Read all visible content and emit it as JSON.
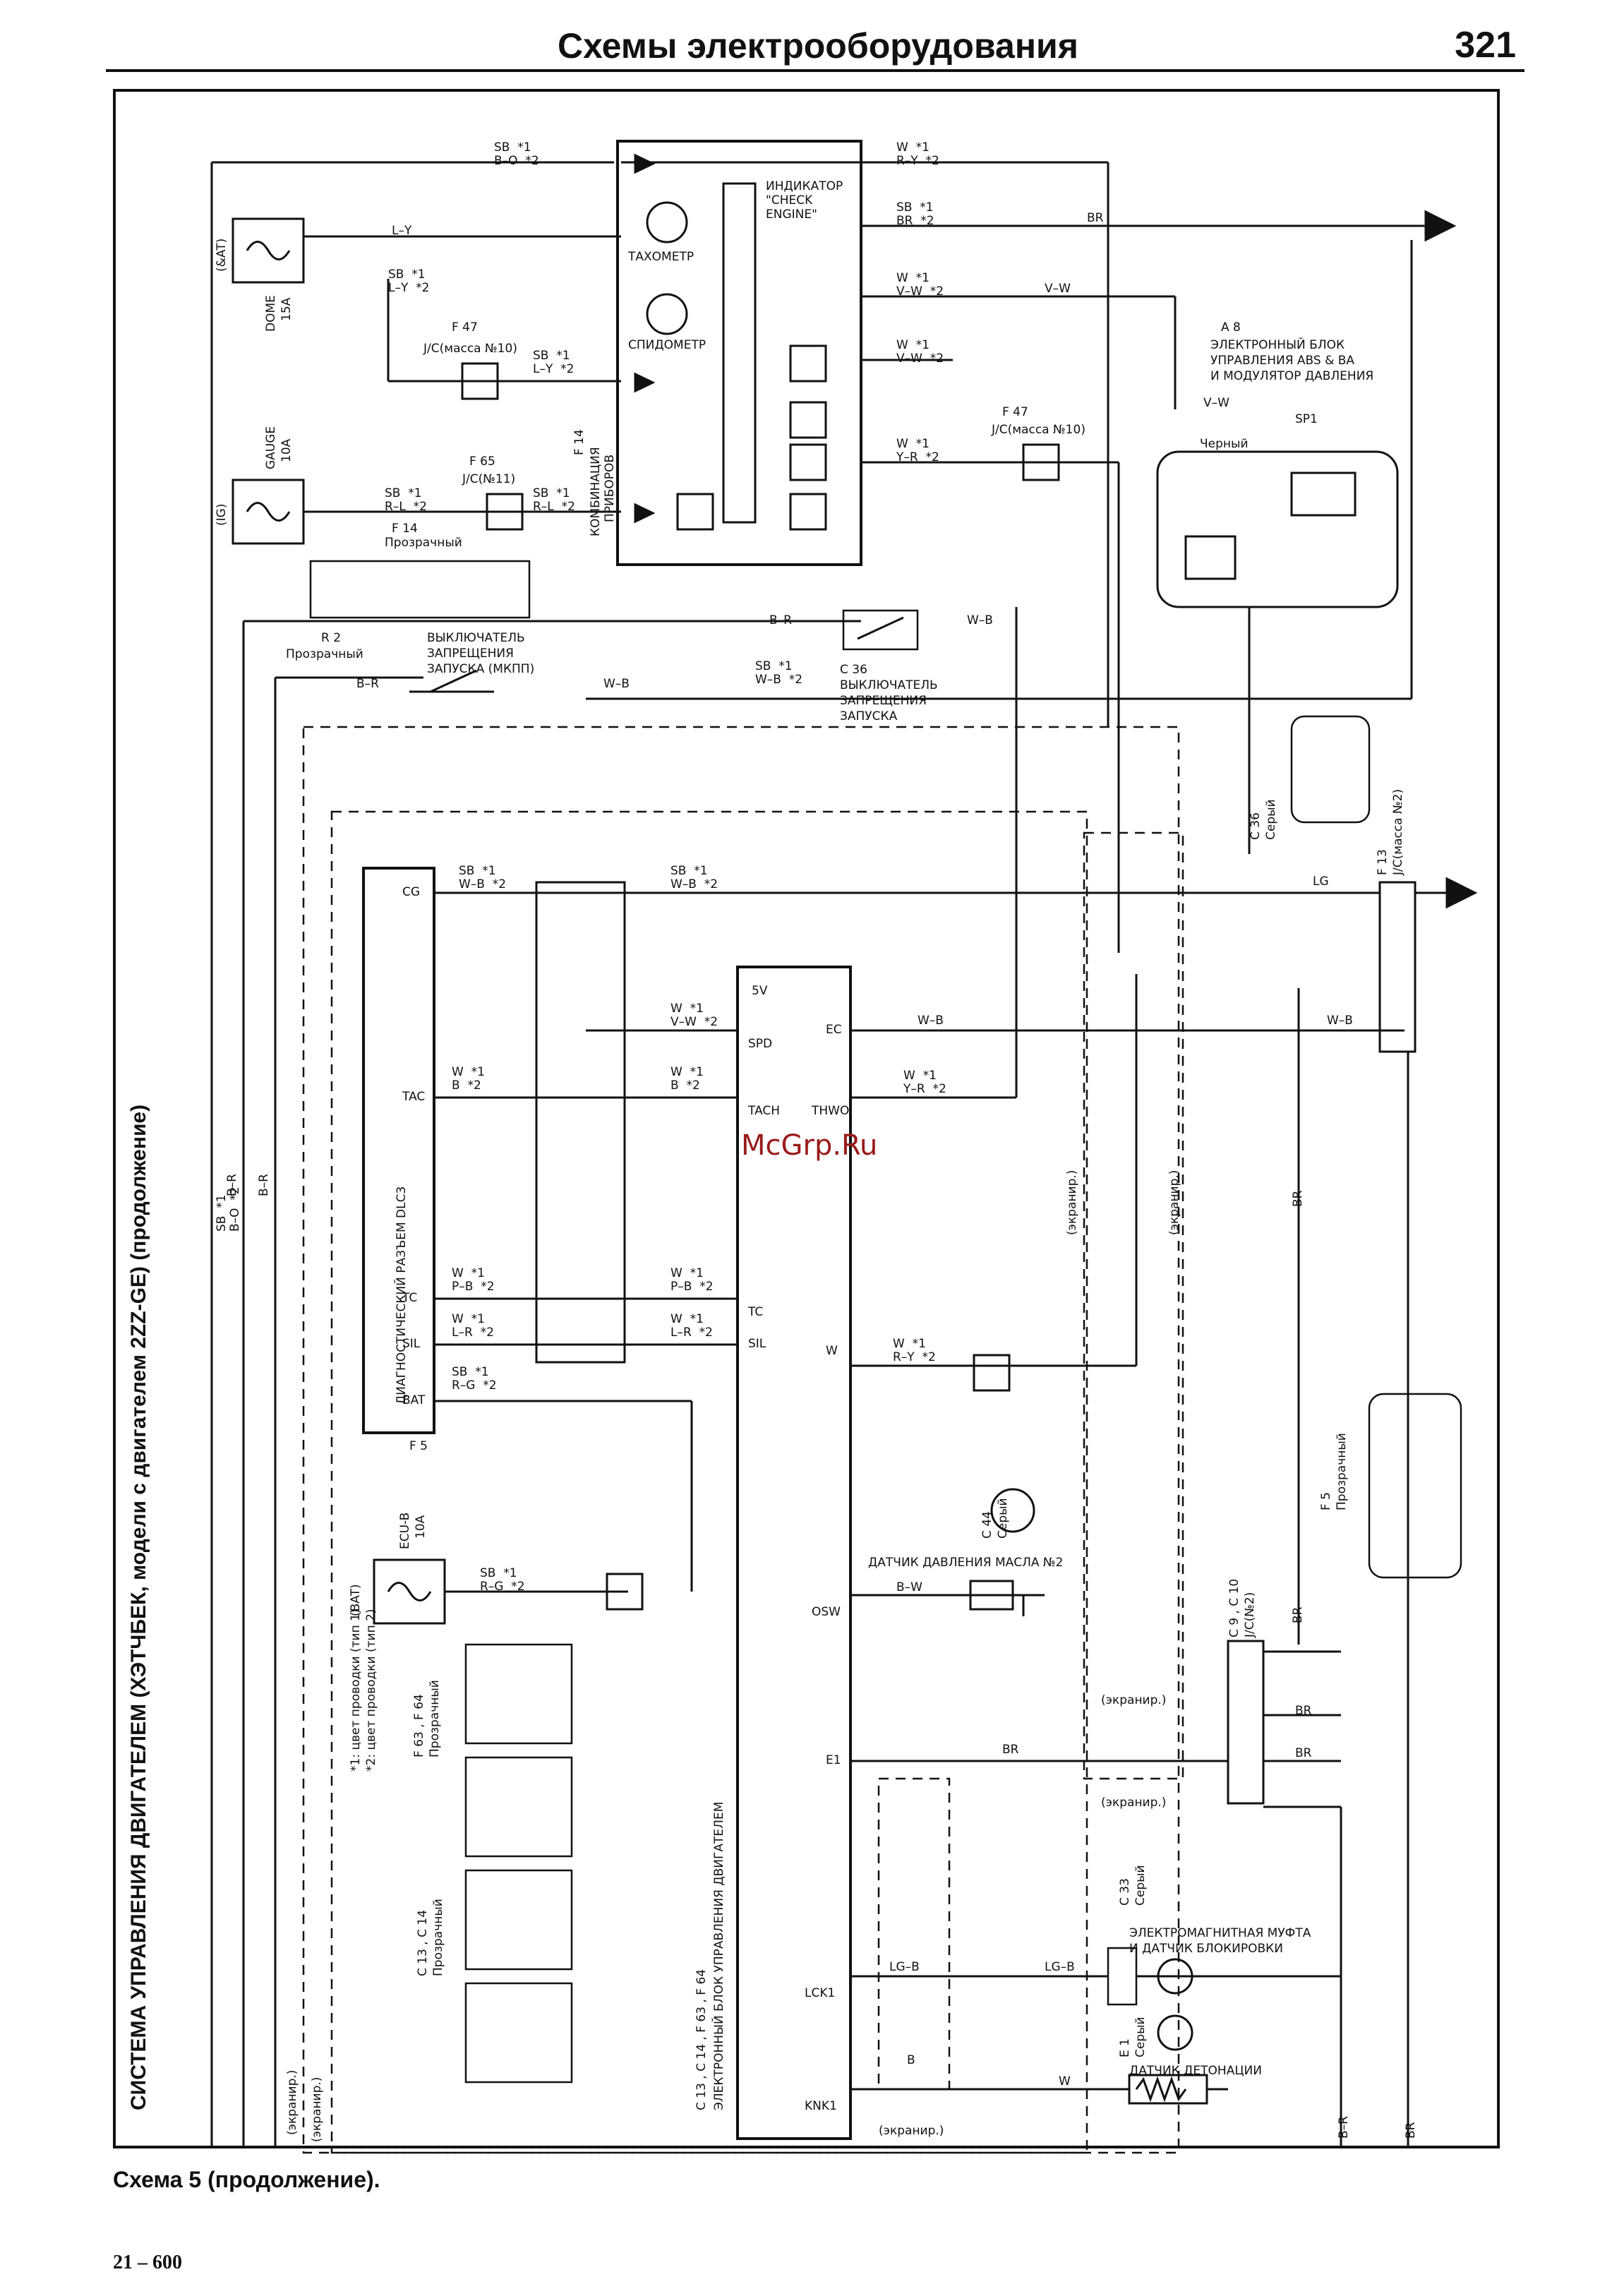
{
  "header": {
    "title": "Схемы электрооборудования",
    "page_number": "321"
  },
  "side_title": "СИСТЕМА УПРАВЛЕНИЯ ДВИГАТЕЛЕМ (ХЭТЧБЕК, модели с двигателем 2ZZ-GE) (продолжение)",
  "caption": "Схема 5 (продолжение).",
  "footer_code": "21 – 600",
  "watermark": "McGrp.Ru",
  "legend": {
    "type1": "*1: цвет проводки (тип 1)",
    "type2": "*2: цвет проводки (тип 2)"
  },
  "fuses": {
    "dome": {
      "name": "DOME",
      "rating": "15A",
      "supply": "(&AT)"
    },
    "gauge": {
      "name": "GAUGE",
      "rating": "10A",
      "supply": "(IG)"
    },
    "ecub": {
      "name": "ECU-B",
      "rating": "10A",
      "supply": "(BAT)"
    }
  },
  "components": {
    "indicator": {
      "l1": "ИНДИКАТОР",
      "l2": "\"CHECK",
      "l3": "ENGINE\""
    },
    "tacho": "ТАХОМЕТР",
    "speedo": "СПИДОМЕТР",
    "combination_meter": {
      "l1": "КОМБИНАЦИЯ",
      "l2": "ПРИБОРОВ",
      "code": "F 14"
    },
    "abs": {
      "code": "A 8",
      "l1": "ЭЛЕКТРОННЫЙ БЛОК",
      "l2": "УПРАВЛЕНИЯ ABS & BA",
      "l3": "И МОДУЛЯТОР ДАВЛЕНИЯ",
      "color": "Черный",
      "pin": "SP1"
    },
    "jc10_top": {
      "code": "F 47",
      "name": "J/C(масса №10)"
    },
    "jc11": {
      "code": "F 65",
      "name": "J/C(№11)"
    },
    "f14_conn": {
      "code": "F 14",
      "color": "Прозрачный"
    },
    "start_switch_mt": {
      "code": "R 2",
      "color": "Прозрачный",
      "l1": "ВЫКЛЮЧАТЕЛЬ",
      "l2": "ЗАПРЕЩЕНИЯ",
      "l3": "ЗАПУСКА (МКПП)"
    },
    "start_switch": {
      "code": "C 36",
      "l1": "ВЫКЛЮЧАТЕЛЬ",
      "l2": "ЗАПРЕЩЕНИЯ",
      "l3": "ЗАПУСКА"
    },
    "c36_conn": {
      "code": "C 36",
      "color": "Серый"
    },
    "jc_mass2_top": {
      "code": "F 13",
      "name": "J/C(масса №2)"
    },
    "dlc3": {
      "name": "ДИАГНОСТИЧЕСКИЙ РАЗЪЕМ DLC3",
      "code": "F 5"
    },
    "ecu": "ЭЛЕКТРОННЫЙ БЛОК УПРАВЛЕНИЯ ДВИГАТЕЛЕМ",
    "ecu_codes": "C 13 , C 14 , F 63 , F 64",
    "oil_sensor": {
      "code": "C 44",
      "color": "Серый",
      "name": "ДАТЧИК ДАВЛЕНИЯ МАСЛА №2"
    },
    "jc_mass2_bot": {
      "code": "C 9 , C 10",
      "name": "J/C(№2)"
    },
    "f5_conn": {
      "code": "F 5",
      "color": "Прозрачный"
    },
    "clutch": {
      "code": "C 33",
      "color": "Серый",
      "l1": "ЭЛЕКТРОМАГНИТНАЯ МУФТА",
      "l2": "И ДАТЧИК БЛОКИРОВКИ"
    },
    "knock": {
      "code": "E 1",
      "color": "Серый",
      "name": "ДАТЧИК ДЕТОНАЦИИ"
    },
    "conn_c13_c14": {
      "code": "C 13 , C 14",
      "color": "Прозрачный"
    },
    "conn_f63_f64": {
      "code": "F 63 , F 64",
      "color": "Прозрачный"
    }
  },
  "terminals": {
    "cg": "CG",
    "tac": "TAC",
    "tc": "TC",
    "sil": "SIL",
    "bat": "BAT",
    "ec": "EC",
    "spd": "SPD",
    "tach": "TACH",
    "thwo": "THWO",
    "w": "W",
    "e1": "E1",
    "osw": "OSW",
    "lck1": "LCK1",
    "knk1": "KNK1",
    "v5": "5V"
  },
  "wires": {
    "sb_bo": "SB  *1\nB–O  *2",
    "ry": "W  *1\nR–Y  *2",
    "ly": "L–Y",
    "sb_ly": "SB  *1\nL–Y  *2",
    "sb_br": "SB  *1\nBR  *2",
    "br": "BR",
    "vw": "V–W",
    "w_vw": "W  *1\nV–W  *2",
    "w_yr": "W  *1\nY–R  *2",
    "sb_rl": "SB  *1\nR–L  *2",
    "w_b": "W  *1\nB  *2",
    "b_r": "B–R",
    "w_b_wire": "W–B",
    "sb_wb": "SB  *1\nW–B  *2",
    "w_pb": "W  *1\nP–B  *2",
    "w_lr": "W  *1\nL–R  *2",
    "sb_rg": "SB  *1\nR–G  *2",
    "w_ry": "W  *1\nR–Y  *2",
    "bw": "B–W",
    "lgb": "LG–B",
    "lg": "LG",
    "w_wire": "W",
    "screen": "(экранир.)",
    "b_shield": "B"
  }
}
